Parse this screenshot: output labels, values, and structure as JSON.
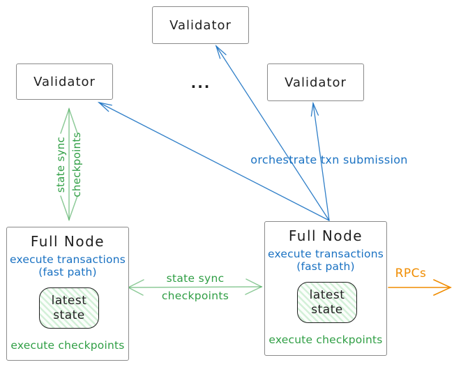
{
  "colors": {
    "ink": "#1e1e1e",
    "blue": "#1971c2",
    "green": "#2f9e44",
    "green_fill": "#d3f0d8",
    "orange": "#f08c00",
    "border_gray": "#8a8a8a"
  },
  "nodes": {
    "validator_top": {
      "label": "Validator"
    },
    "validator_left": {
      "label": "Validator"
    },
    "validator_right": {
      "label": "Validator"
    },
    "ellipsis": "...",
    "fullnode_left": {
      "title": "Full Node",
      "exec_line1": "execute transactions",
      "exec_line2": "(fast path)",
      "state_line1": "latest",
      "state_line2": "state",
      "footer": "execute checkpoints"
    },
    "fullnode_right": {
      "title": "Full Node",
      "exec_line1": "execute transactions",
      "exec_line2": "(fast path)",
      "state_line1": "latest",
      "state_line2": "state",
      "footer": "execute checkpoints"
    }
  },
  "edges": {
    "state_sync_left": {
      "line1": "state sync",
      "line2": "checkpoints"
    },
    "state_sync_between": {
      "line1": "state sync",
      "line2": "checkpoints"
    },
    "orchestrate": {
      "label": "orchestrate txn submission"
    },
    "rpcs": {
      "label": "RPCs"
    }
  }
}
